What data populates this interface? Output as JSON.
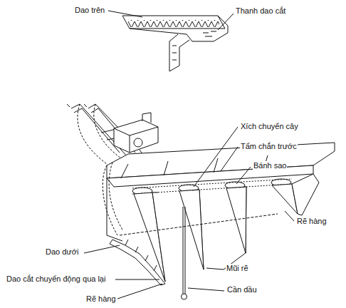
{
  "diagram": {
    "labels": [
      "Dao trên",
      "Thanh dao cắt",
      "Xích chuyển cây",
      "Tấm chắn trước",
      "Bánh sao",
      "Rẽ hàng",
      "Dao dưới",
      "Dao cắt chuyển động qua lại",
      "Mũi rẽ",
      "Cần dầu",
      "Rẽ hàng"
    ]
  }
}
